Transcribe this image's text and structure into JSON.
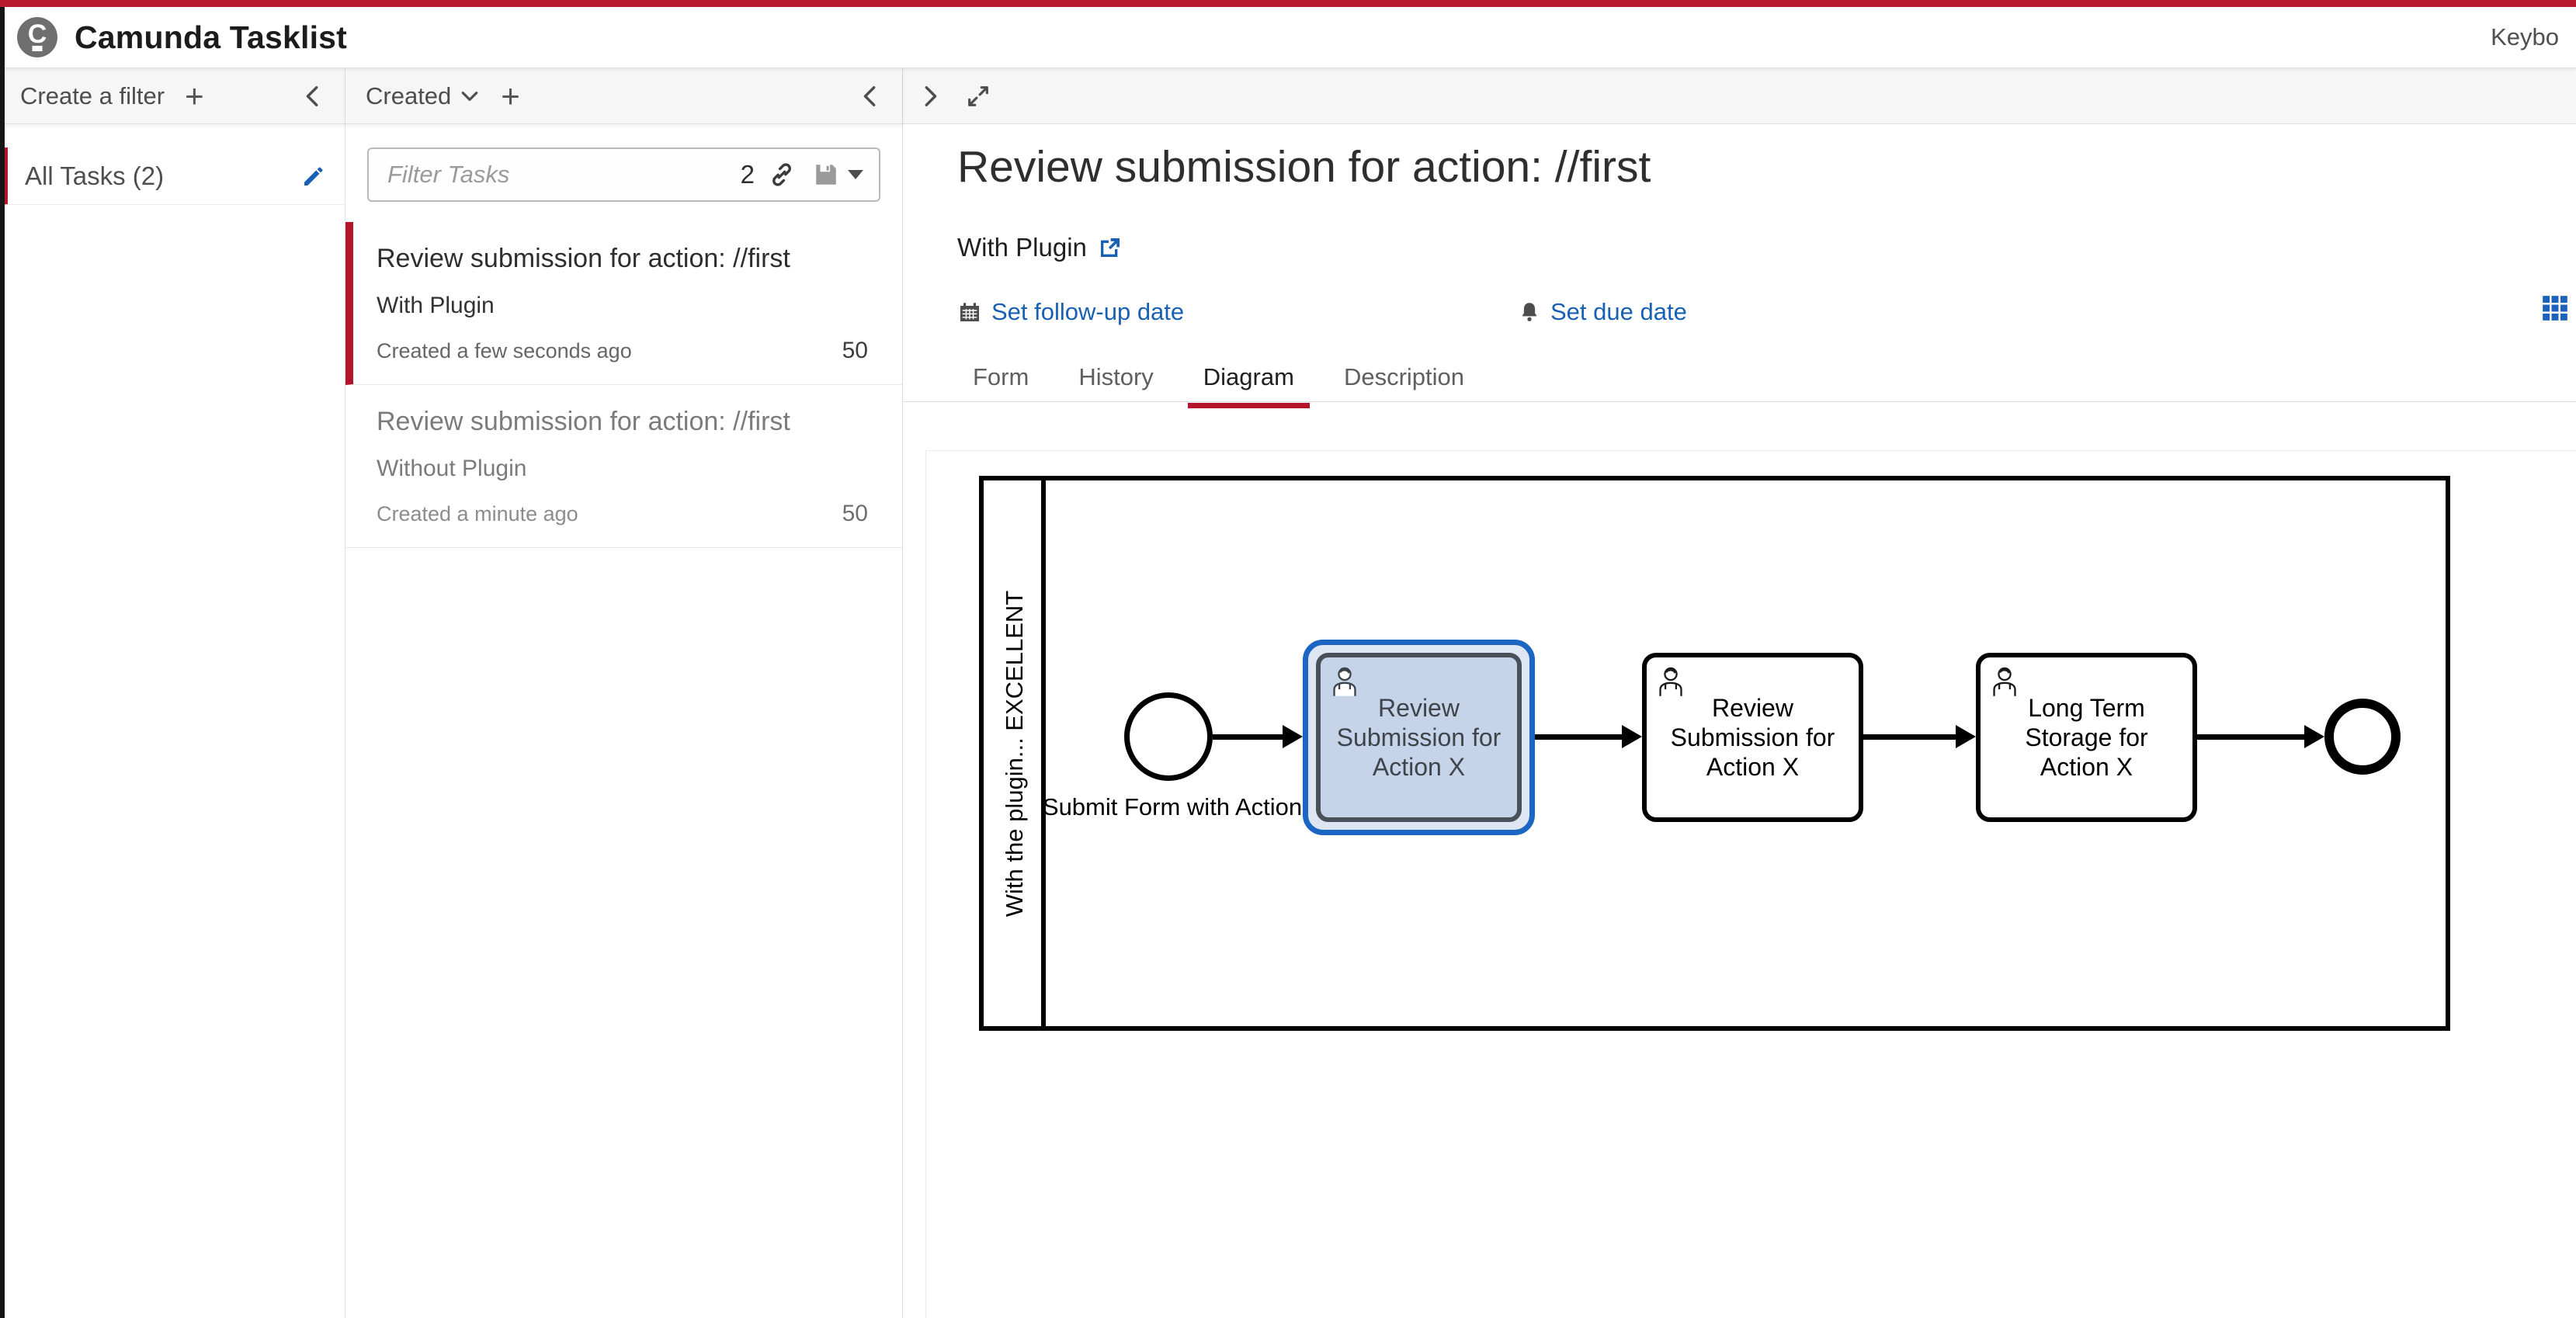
{
  "colors": {
    "brand_red": "#b51a2e",
    "accent_red": "#b5152b",
    "link_blue": "#1760b3",
    "selection_blue": "#1b66c2",
    "selected_task_fill": "#c6d4ea"
  },
  "header": {
    "app_title": "Camunda Tasklist",
    "logo_letter": "C",
    "right_text": "Keybo"
  },
  "filters_panel": {
    "title": "Create a filter",
    "add_label": "+",
    "items": [
      {
        "label": "All Tasks (2)"
      }
    ]
  },
  "tasks_panel": {
    "sort_label": "Created",
    "add_label": "+",
    "filter": {
      "placeholder": "Filter Tasks",
      "count": "2"
    },
    "tasks": [
      {
        "title": "Review submission for action: //first",
        "process": "With Plugin",
        "created": "Created a few seconds ago",
        "priority": "50",
        "selected": true
      },
      {
        "title": "Review submission for action: //first",
        "process": "Without Plugin",
        "created": "Created a minute ago",
        "priority": "50",
        "selected": false
      }
    ]
  },
  "detail_panel": {
    "title": "Review submission for action: //first",
    "process_name": "With Plugin",
    "follow_up_label": "Set follow-up date",
    "due_label": "Set due date",
    "tabs": [
      {
        "label": "Form"
      },
      {
        "label": "History"
      },
      {
        "label": "Diagram"
      },
      {
        "label": "Description"
      }
    ],
    "active_tab": "Diagram"
  },
  "diagram": {
    "pool_label": "With the plugin... EXCELLENT",
    "start_event_label": "Submit Form with Action",
    "tasks": [
      {
        "label": "Review Submission for Action X",
        "highlighted": true
      },
      {
        "label": "Review Submission for Action X",
        "highlighted": false
      },
      {
        "label": "Long Term Storage for Action X",
        "highlighted": false
      }
    ]
  }
}
